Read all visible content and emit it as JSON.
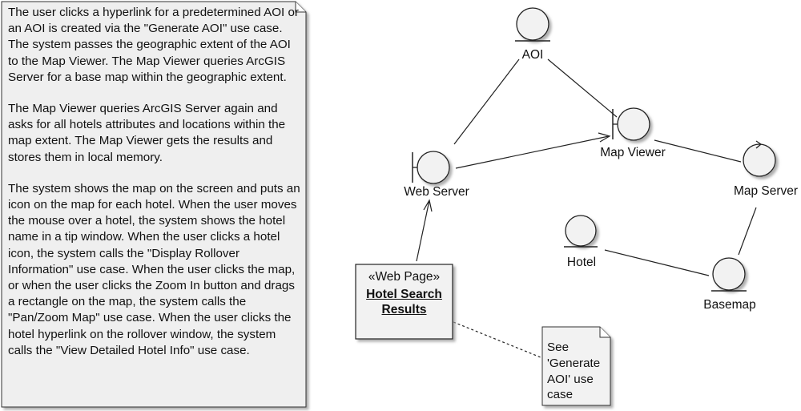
{
  "note": {
    "paragraphs": [
      "The user clicks a hyperlink for a predetermined AOI or an AOI is created via the \"Generate AOI\" use case. The system passes the geographic extent of the AOI to the Map Viewer. The Map Viewer queries ArcGIS Server for a base map within the geographic extent.",
      "The Map Viewer queries ArcGIS Server again and asks for all hotels attributes and locations within the map extent. The Map Viewer gets the results and stores them in local memory.",
      "The system shows the map on the screen and puts an icon on the map for each hotel. When the user moves the mouse over a hotel, the system shows the hotel name in a tip window. When the user clicks a hotel icon, the system calls the \"Display Rollover Information\" use case. When the user clicks the map, or when the user clicks the Zoom In button and drags a rectangle on the map, the system calls the \"Pan/Zoom Map\" use case. When the user clicks the hotel hyperlink on the rollover window, the system calls the \"View Detailed Hotel Info\" use case."
    ]
  },
  "nodes": {
    "aoi": {
      "label": "AOI",
      "kind": "entity"
    },
    "map_viewer": {
      "label": "Map Viewer",
      "kind": "boundary"
    },
    "web_server": {
      "label": "Web Server",
      "kind": "boundary"
    },
    "map_server": {
      "label": "Map Server",
      "kind": "control"
    },
    "hotel": {
      "label": "Hotel",
      "kind": "entity"
    },
    "basemap": {
      "label": "Basemap",
      "kind": "entity"
    }
  },
  "web_page": {
    "stereotype": "«Web Page»",
    "name_line1": "Hotel Search",
    "name_line2": "Results"
  },
  "side_note": {
    "text": "See 'Generate AOI' use case"
  },
  "colors": {
    "note_fill": "#efefef",
    "stroke": "#333333"
  }
}
